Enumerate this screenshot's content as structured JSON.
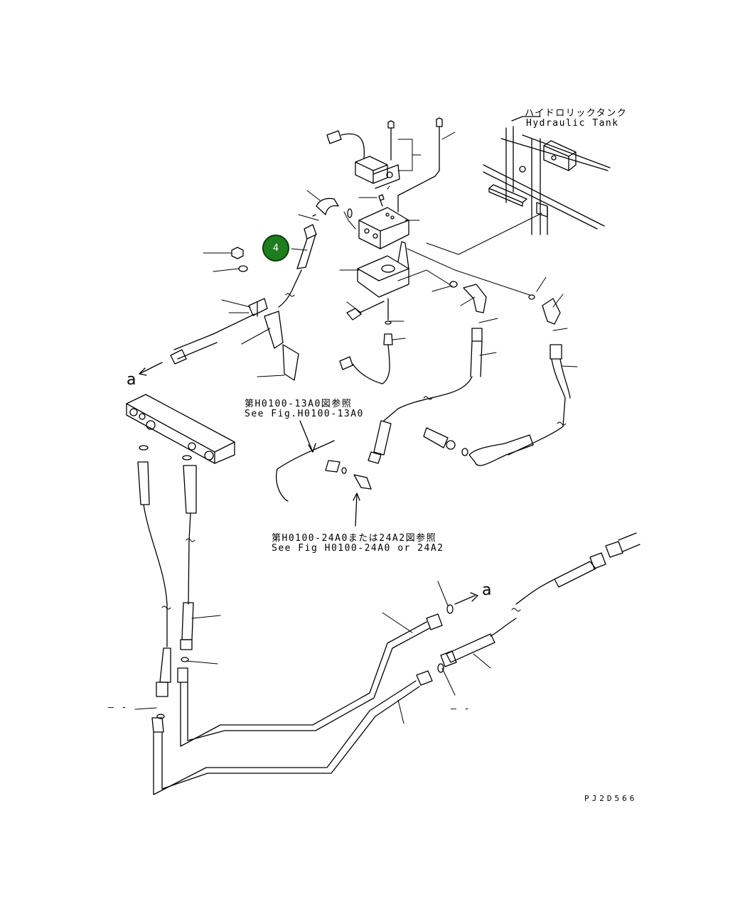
{
  "labels": {
    "tank_jp": "ハイドロリックタンク",
    "tank_en": "Hydraulic Tank",
    "ref1_jp": "第H0100-13A0図参照",
    "ref1_en": "See Fig.H0100-13A0",
    "ref2_jp": "第H0100-24A0または24A2図参照",
    "ref2_en": "See Fig H0100-24A0 or 24A2",
    "marker_a_left": "a",
    "marker_a_right": "a",
    "dash_left": "– -",
    "dash_right": "– -",
    "drawing_code": "PJ2D566"
  },
  "callouts": [
    {
      "number": "4",
      "color": "#1e7d1e"
    }
  ]
}
